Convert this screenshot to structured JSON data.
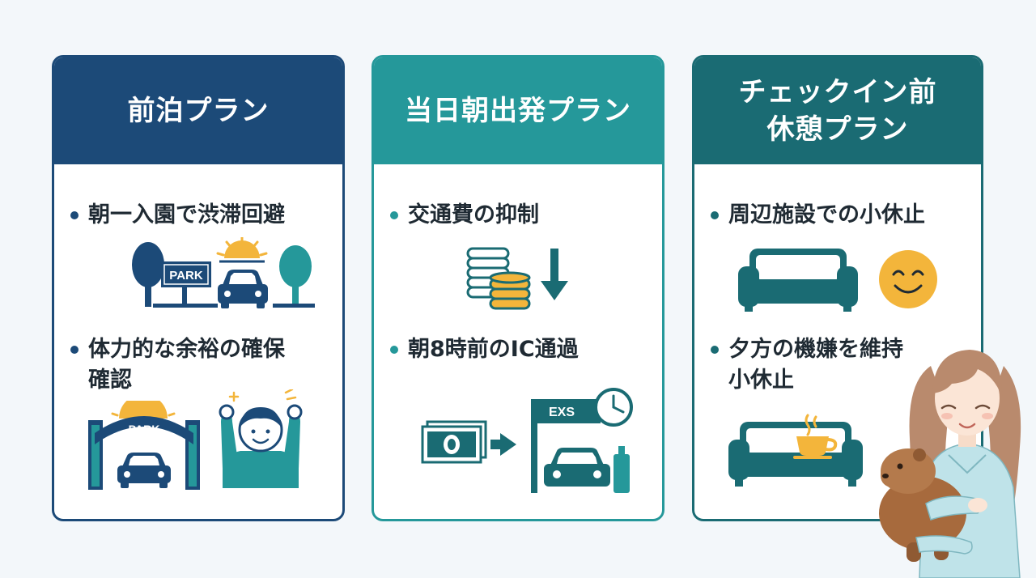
{
  "colors": {
    "navy": "#1c4a78",
    "teal": "#25989a",
    "deep_teal": "#1a6b73",
    "page_bg": "#f3f7fa",
    "sun": "#f3b53b",
    "text": "#1f2a33"
  },
  "cards": [
    {
      "title_lines": [
        "前泊プラン"
      ],
      "bullets": [
        {
          "lines": [
            "朝一入園で渋滞回避"
          ]
        },
        {
          "lines": [
            "体力的な余裕の確保",
            "確認"
          ]
        }
      ],
      "icons": [
        "tree-icon",
        "park-sign-icon",
        "sunrise-icon",
        "car-icon",
        "park-gate-icon",
        "cheering-person-icon"
      ],
      "park_sign_text": "PARK",
      "park_gate_text": "PARK"
    },
    {
      "title_lines": [
        "当日朝出発プラン"
      ],
      "bullets": [
        {
          "lines": [
            "交通費の抑制"
          ]
        },
        {
          "lines": [
            "朝8時前のIC通過"
          ]
        }
      ],
      "icons": [
        "coin-stack-icon",
        "down-arrow-icon",
        "banknote-icon",
        "right-arrow-icon",
        "toll-gate-icon",
        "clock-icon",
        "car-icon"
      ],
      "toll_gate_text": "EXS"
    },
    {
      "title_lines": [
        "チェックイン前",
        "休憩プラン"
      ],
      "bullets": [
        {
          "lines": [
            "周辺施設での小休止"
          ]
        },
        {
          "lines": [
            "夕方の機嫌を維持",
            "小休止"
          ]
        }
      ],
      "icons": [
        "sofa-icon",
        "smiley-icon",
        "sofa-icon",
        "coffee-cup-icon"
      ]
    }
  ],
  "mascot_icon": "woman-holding-capybara-icon"
}
